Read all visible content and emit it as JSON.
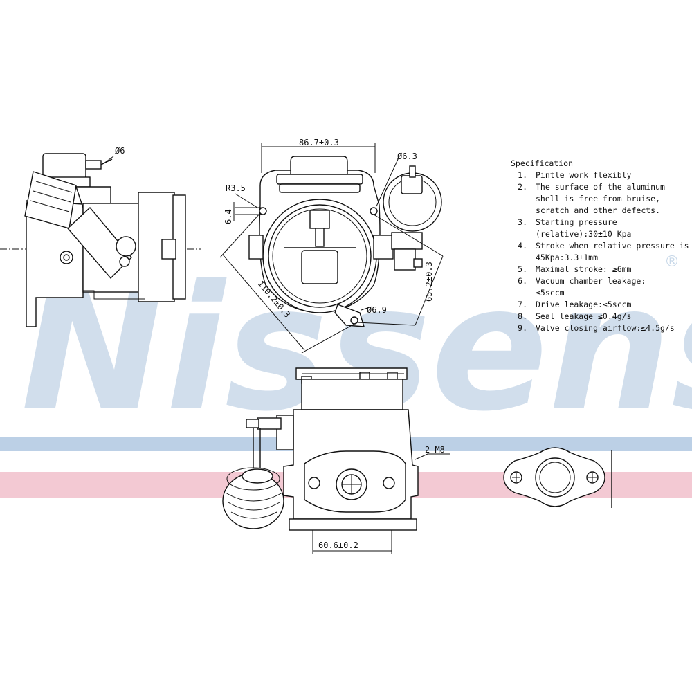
{
  "watermark": {
    "brand": "Nissens",
    "registered": "®"
  },
  "colors": {
    "watermark": "#c9d9e9",
    "stripe_blue": "#bcd0e6",
    "stripe_pink": "#f3c9d3",
    "line": "#111111"
  },
  "dimensions": {
    "top_width": "86.7±0.3",
    "hole_6_3": "Ø6.3",
    "hole_6": "Ø6",
    "hole_6_9": "Ø6.9",
    "radius": "R3.5",
    "offset": "6.4",
    "diag_110": "110.2±0.3",
    "diag_65": "65.2±0.3",
    "thread": "2-M8",
    "bottom_width": "60.6±0.2"
  },
  "specification": {
    "title": "Specification",
    "items": [
      {
        "num": "1.",
        "lines": [
          "Pintle work flexibly"
        ]
      },
      {
        "num": "2.",
        "lines": [
          "The surface of the aluminum",
          "shell is free from bruise,",
          "scratch and other defects."
        ]
      },
      {
        "num": "3.",
        "lines": [
          "Starting pressure",
          "(relative):30±10 Kpa"
        ]
      },
      {
        "num": "4.",
        "lines": [
          "Stroke when relative pressure is",
          "45Kpa:3.3±1mm"
        ]
      },
      {
        "num": "5.",
        "lines": [
          "Maximal stroke: ≥6mm"
        ]
      },
      {
        "num": "6.",
        "lines": [
          "Vacuum chamber leakage:",
          "≤5sccm"
        ]
      },
      {
        "num": "7.",
        "lines": [
          "Drive leakage:≤5sccm"
        ]
      },
      {
        "num": "8.",
        "lines": [
          "Seal leakage ≤0.4g/s"
        ]
      },
      {
        "num": "9.",
        "lines": [
          "Valve closing airflow:≤4.5g/s"
        ]
      }
    ]
  }
}
